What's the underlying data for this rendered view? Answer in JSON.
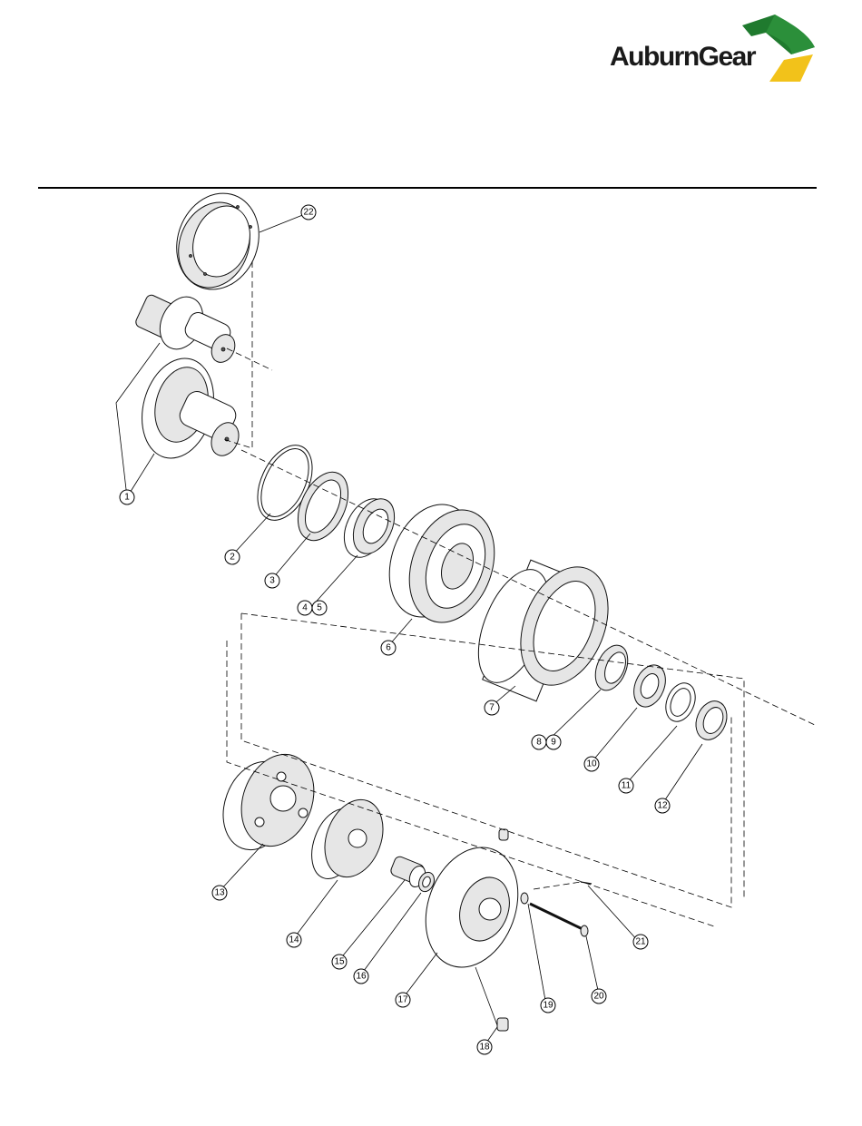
{
  "header": {
    "brand": "AuburnGear",
    "brand_colors": {
      "green": "#1f7a2e",
      "yellow": "#f2c21a"
    }
  },
  "diagram": {
    "callouts": [
      {
        "id": "1",
        "label": "1"
      },
      {
        "id": "2",
        "label": "2"
      },
      {
        "id": "3",
        "label": "3"
      },
      {
        "id": "4",
        "label": "4"
      },
      {
        "id": "5",
        "label": "5"
      },
      {
        "id": "6",
        "label": "6"
      },
      {
        "id": "7",
        "label": "7"
      },
      {
        "id": "8",
        "label": "8"
      },
      {
        "id": "9",
        "label": "9"
      },
      {
        "id": "10",
        "label": "10"
      },
      {
        "id": "11",
        "label": "11"
      },
      {
        "id": "12",
        "label": "12"
      },
      {
        "id": "13",
        "label": "13"
      },
      {
        "id": "14",
        "label": "14"
      },
      {
        "id": "15",
        "label": "15"
      },
      {
        "id": "16",
        "label": "16"
      },
      {
        "id": "17",
        "label": "17"
      },
      {
        "id": "18",
        "label": "18"
      },
      {
        "id": "19",
        "label": "19"
      },
      {
        "id": "20",
        "label": "20"
      },
      {
        "id": "21",
        "label": "21"
      },
      {
        "id": "22",
        "label": "22"
      }
    ]
  }
}
